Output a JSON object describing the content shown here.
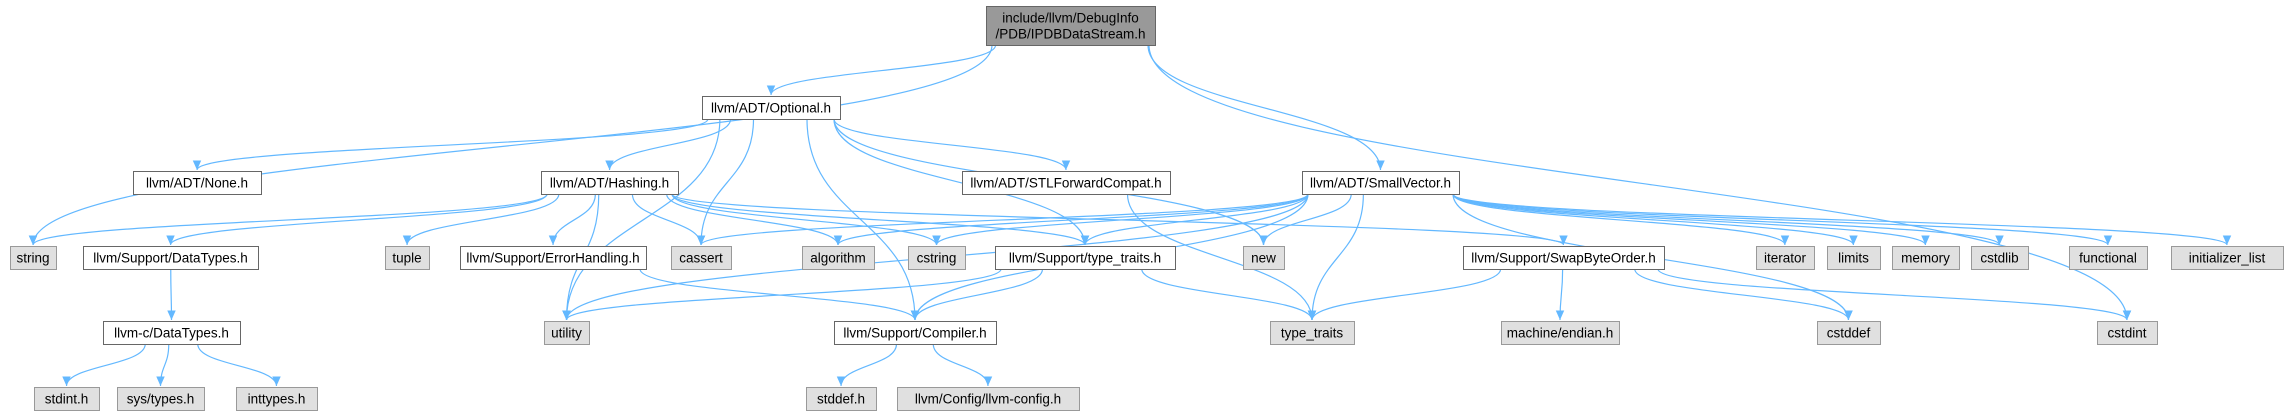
{
  "colors": {
    "root_fill": "#999999",
    "root_stroke": "#666666",
    "internal_fill": "#ffffff",
    "internal_stroke": "#666666",
    "external_fill": "#e0e0e0",
    "external_stroke": "#999999",
    "edge": "#63b8ff"
  },
  "nodes": [
    {
      "id": "root",
      "lines": [
        "include/llvm/DebugInfo",
        "/PDB/IPDBDataStream.h"
      ],
      "kind": "root"
    },
    {
      "id": "optional",
      "lines": [
        "llvm/ADT/Optional.h"
      ],
      "kind": "internal"
    },
    {
      "id": "smallvector",
      "lines": [
        "llvm/ADT/SmallVector.h"
      ],
      "kind": "internal"
    },
    {
      "id": "none",
      "lines": [
        "llvm/ADT/None.h"
      ],
      "kind": "internal"
    },
    {
      "id": "hashing",
      "lines": [
        "llvm/ADT/Hashing.h"
      ],
      "kind": "internal"
    },
    {
      "id": "stlforward",
      "lines": [
        "llvm/ADT/STLForwardCompat.h"
      ],
      "kind": "internal"
    },
    {
      "id": "string",
      "lines": [
        "string"
      ],
      "kind": "external"
    },
    {
      "id": "datatypes",
      "lines": [
        "llvm/Support/DataTypes.h"
      ],
      "kind": "internal"
    },
    {
      "id": "tuple",
      "lines": [
        "tuple"
      ],
      "kind": "external"
    },
    {
      "id": "errorhandling",
      "lines": [
        "llvm/Support/ErrorHandling.h"
      ],
      "kind": "internal"
    },
    {
      "id": "cassert",
      "lines": [
        "cassert"
      ],
      "kind": "external"
    },
    {
      "id": "algorithm",
      "lines": [
        "algorithm"
      ],
      "kind": "external"
    },
    {
      "id": "cstring",
      "lines": [
        "cstring"
      ],
      "kind": "external"
    },
    {
      "id": "typetraits_h",
      "lines": [
        "llvm/Support/type_traits.h"
      ],
      "kind": "internal"
    },
    {
      "id": "new",
      "lines": [
        "new"
      ],
      "kind": "external"
    },
    {
      "id": "swapbyteorder",
      "lines": [
        "llvm/Support/SwapByteOrder.h"
      ],
      "kind": "internal"
    },
    {
      "id": "iterator",
      "lines": [
        "iterator"
      ],
      "kind": "external"
    },
    {
      "id": "limits",
      "lines": [
        "limits"
      ],
      "kind": "external"
    },
    {
      "id": "memory",
      "lines": [
        "memory"
      ],
      "kind": "external"
    },
    {
      "id": "cstdlib",
      "lines": [
        "cstdlib"
      ],
      "kind": "external"
    },
    {
      "id": "functional",
      "lines": [
        "functional"
      ],
      "kind": "external"
    },
    {
      "id": "initializer_list",
      "lines": [
        "initializer_list"
      ],
      "kind": "external"
    },
    {
      "id": "cdatatypes",
      "lines": [
        "llvm-c/DataTypes.h"
      ],
      "kind": "internal"
    },
    {
      "id": "utility",
      "lines": [
        "utility"
      ],
      "kind": "external"
    },
    {
      "id": "compiler",
      "lines": [
        "llvm/Support/Compiler.h"
      ],
      "kind": "internal"
    },
    {
      "id": "type_traits",
      "lines": [
        "type_traits"
      ],
      "kind": "external"
    },
    {
      "id": "machine_endian",
      "lines": [
        "machine/endian.h"
      ],
      "kind": "external"
    },
    {
      "id": "cstddef",
      "lines": [
        "cstddef"
      ],
      "kind": "external"
    },
    {
      "id": "cstdint",
      "lines": [
        "cstdint"
      ],
      "kind": "external"
    },
    {
      "id": "stdint",
      "lines": [
        "stdint.h"
      ],
      "kind": "external"
    },
    {
      "id": "systypes",
      "lines": [
        "sys/types.h"
      ],
      "kind": "external"
    },
    {
      "id": "inttypes",
      "lines": [
        "inttypes.h"
      ],
      "kind": "external"
    },
    {
      "id": "stddef",
      "lines": [
        "stddef.h"
      ],
      "kind": "external"
    },
    {
      "id": "llvmconfig",
      "lines": [
        "llvm/Config/llvm-config.h"
      ],
      "kind": "external"
    }
  ],
  "edges": [
    [
      "root",
      "optional"
    ],
    [
      "root",
      "smallvector"
    ],
    [
      "root",
      "string"
    ],
    [
      "root",
      "cstdint"
    ],
    [
      "optional",
      "none"
    ],
    [
      "optional",
      "hashing"
    ],
    [
      "optional",
      "stlforward"
    ],
    [
      "optional",
      "cassert"
    ],
    [
      "optional",
      "new"
    ],
    [
      "optional",
      "utility"
    ],
    [
      "optional",
      "compiler"
    ],
    [
      "optional",
      "typetraits_h"
    ],
    [
      "hashing",
      "string"
    ],
    [
      "hashing",
      "datatypes"
    ],
    [
      "hashing",
      "tuple"
    ],
    [
      "hashing",
      "errorhandling"
    ],
    [
      "hashing",
      "cassert"
    ],
    [
      "hashing",
      "algorithm"
    ],
    [
      "hashing",
      "cstring"
    ],
    [
      "hashing",
      "typetraits_h"
    ],
    [
      "hashing",
      "utility"
    ],
    [
      "hashing",
      "swapbyteorder"
    ],
    [
      "stlforward",
      "type_traits"
    ],
    [
      "smallvector",
      "cassert"
    ],
    [
      "smallvector",
      "algorithm"
    ],
    [
      "smallvector",
      "cstring"
    ],
    [
      "smallvector",
      "typetraits_h"
    ],
    [
      "smallvector",
      "new"
    ],
    [
      "smallvector",
      "iterator"
    ],
    [
      "smallvector",
      "limits"
    ],
    [
      "smallvector",
      "memory"
    ],
    [
      "smallvector",
      "cstdlib"
    ],
    [
      "smallvector",
      "functional"
    ],
    [
      "smallvector",
      "initializer_list"
    ],
    [
      "smallvector",
      "utility"
    ],
    [
      "smallvector",
      "compiler"
    ],
    [
      "smallvector",
      "type_traits"
    ],
    [
      "smallvector",
      "cstddef"
    ],
    [
      "datatypes",
      "cdatatypes"
    ],
    [
      "cdatatypes",
      "stdint"
    ],
    [
      "cdatatypes",
      "systypes"
    ],
    [
      "cdatatypes",
      "inttypes"
    ],
    [
      "errorhandling",
      "compiler"
    ],
    [
      "typetraits_h",
      "utility"
    ],
    [
      "typetraits_h",
      "compiler"
    ],
    [
      "typetraits_h",
      "type_traits"
    ],
    [
      "swapbyteorder",
      "type_traits"
    ],
    [
      "swapbyteorder",
      "machine_endian"
    ],
    [
      "swapbyteorder",
      "cstddef"
    ],
    [
      "swapbyteorder",
      "cstdint"
    ],
    [
      "compiler",
      "stddef"
    ],
    [
      "compiler",
      "llvmconfig"
    ]
  ]
}
